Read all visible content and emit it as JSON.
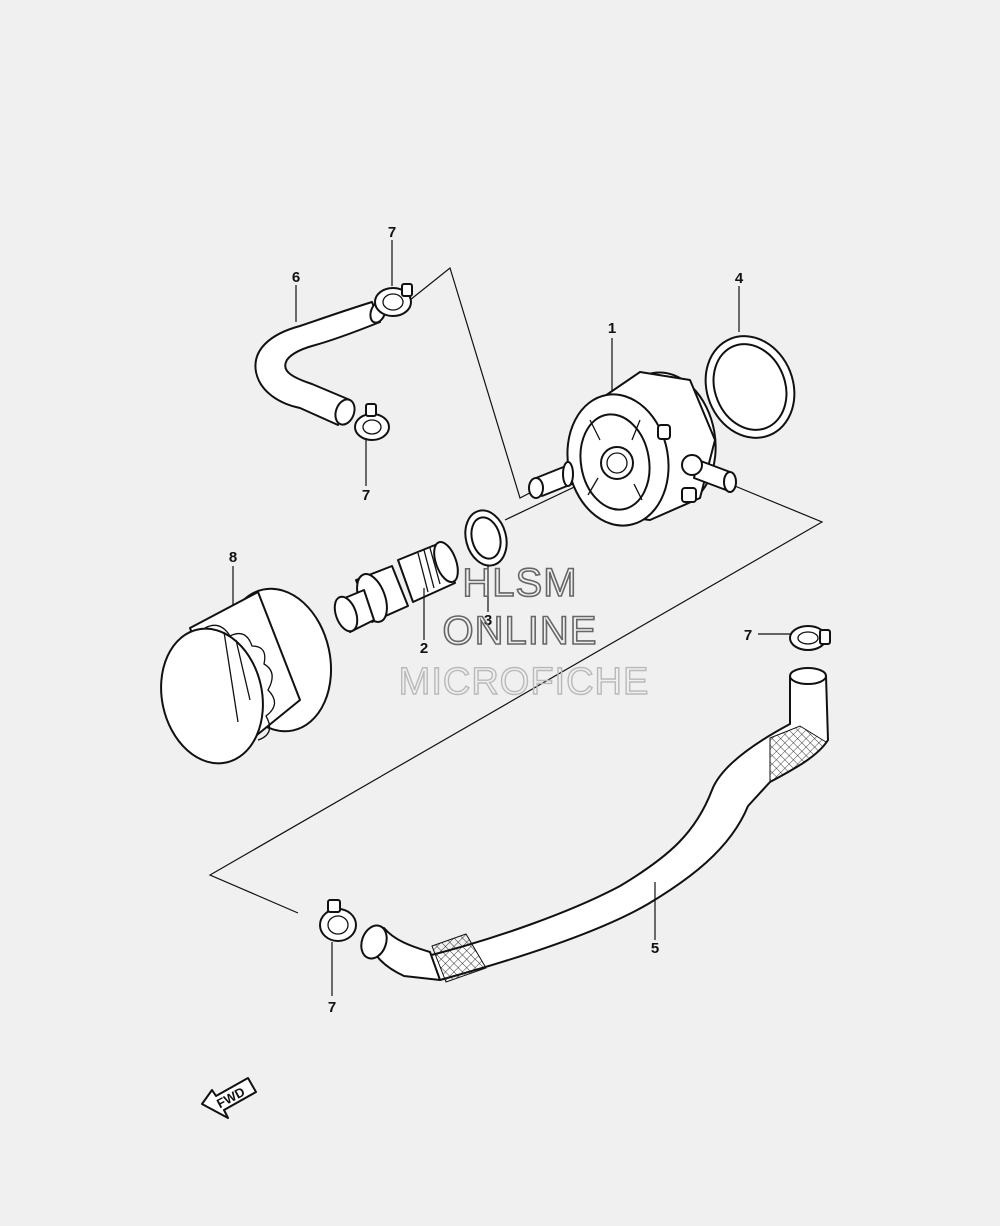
{
  "callouts": {
    "c1": "1",
    "c2": "2",
    "c3": "3",
    "c4": "4",
    "c5": "5",
    "c6": "6",
    "c7a": "7",
    "c7b": "7",
    "c7c": "7",
    "c7d": "7",
    "c8": "8"
  },
  "watermark": {
    "line1": "HLSM",
    "line2": "ONLINE",
    "line3": "MICROFICHE"
  },
  "fwd_label": "FWD",
  "colors": {
    "background": "#f0f0f0",
    "line": "#111111",
    "watermark_dark": "#666666",
    "watermark_light": "#b9b9b9"
  }
}
